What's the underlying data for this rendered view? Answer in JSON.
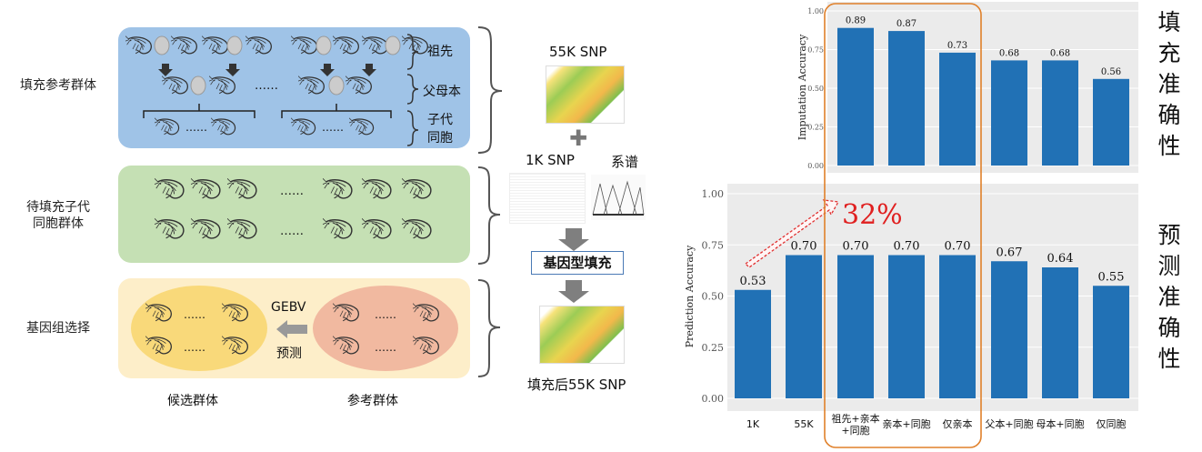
{
  "left": {
    "row_labels": [
      "填充参考群体",
      "待填充子代\n同胞群体",
      "基因组选择"
    ],
    "generations": [
      "祖先",
      "父母本",
      "子代\n同胞"
    ],
    "gebv_label": "GEBV",
    "predict_label": "预测",
    "bottom_labels": [
      "候选群体",
      "参考群体"
    ],
    "dots": "……",
    "colors": {
      "blue_panel": "#9fc3e7",
      "green_panel": "#c5e0b4",
      "yellow_panel": "#fdeec9",
      "yellow_oval": "#f9d97a",
      "salmon_oval": "#f1b9a0"
    }
  },
  "middle": {
    "snp55k": "55K SNP",
    "plus": "✚",
    "snp1k": "1K SNP",
    "pedigree": "系谱",
    "genotype_impute": "基因型填充",
    "result": "填充后55K SNP"
  },
  "right": {
    "side_top": [
      "填",
      "充",
      "准",
      "确",
      "性"
    ],
    "side_bottom": [
      "预",
      "测",
      "准",
      "确",
      "性"
    ],
    "highlight_pct": "32%",
    "colors": {
      "bar": "#2171b5",
      "plot_bg": "#ebebeb",
      "highlight": "#e0802a",
      "arrow": "#e03030"
    }
  },
  "chart_data": [
    {
      "type": "bar",
      "categories": [
        "祖先+亲本+同胞",
        "亲本+同胞",
        "仅亲本",
        "父本+同胞",
        "母本+同胞",
        "仅同胞"
      ],
      "values": [
        0.89,
        0.87,
        0.73,
        0.68,
        0.68,
        0.56
      ],
      "data_labels": [
        "0.89",
        "0.87",
        "0.73",
        "0.68",
        "0.68",
        "0.56"
      ],
      "ylabel": "Imputation Accuracy",
      "ylim": [
        0,
        1.0
      ],
      "yticks": [
        "0.00",
        "0.25",
        "0.50",
        "0.75",
        "1.00"
      ],
      "grid": true
    },
    {
      "type": "bar",
      "categories": [
        "1K",
        "55K",
        "祖先+亲本\n+同胞",
        "亲本+同胞",
        "仅亲本",
        "父本+同胞",
        "母本+同胞",
        "仅同胞"
      ],
      "values": [
        0.53,
        0.7,
        0.7,
        0.7,
        0.7,
        0.67,
        0.64,
        0.55
      ],
      "data_labels": [
        "0.53",
        "0.70",
        "0.70",
        "0.70",
        "0.70",
        "0.67",
        "0.64",
        "0.55"
      ],
      "ylabel": "Prediction Accuracy",
      "ylim": [
        0,
        1.0
      ],
      "yticks": [
        "0.00",
        "0.25",
        "0.50",
        "0.75",
        "1.00"
      ],
      "grid": true
    }
  ]
}
